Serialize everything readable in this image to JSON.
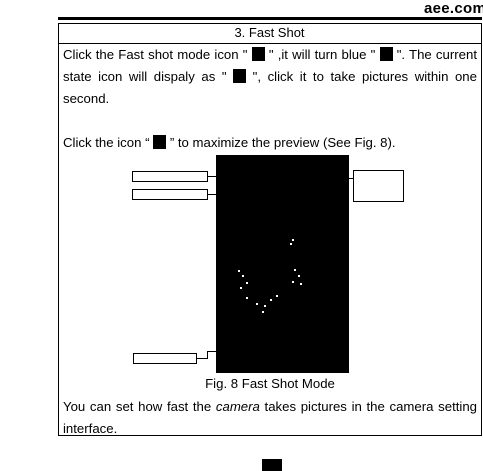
{
  "header": {
    "brand": "aee.com"
  },
  "section": {
    "title": "3.  Fast Shot"
  },
  "para1": {
    "a": "Click the Fast shot mode icon \" ",
    "b": " \" ,it will turn blue \" ",
    "c": " \". The current state icon will dispaly as \" ",
    "d": " \", click it to take pictures within one second."
  },
  "para2": {
    "a": "Click the icon “ ",
    "b": " ” to maximize the preview (See Fig. 8)."
  },
  "figure": {
    "caption": "Fig. 8 Fast Shot Mode"
  },
  "para3": {
    "a": " You can set how fast the ",
    "em": "camera",
    "b": " takes pictures in the camera setting interface."
  }
}
